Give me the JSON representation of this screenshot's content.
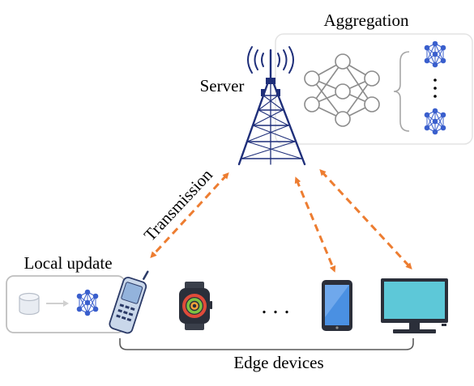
{
  "labels": {
    "aggregation": "Aggregation",
    "server": "Server",
    "transmission": "Transmission",
    "local_update": "Local update",
    "ellipsis": ". . .",
    "edge_devices": "Edge devices"
  },
  "colors": {
    "arrow": "#ED7D31",
    "network_node": "#3A5FCD",
    "tower": "#1F2F7A",
    "panel_border": "#D9D9D9",
    "local_panel_border": "#BFBFBF",
    "nn_gray": "#8C8C8C",
    "monitor_screen": "#5DC8D8",
    "device_dark": "#2B2F3A"
  },
  "icons": {
    "tower": "radio-tower-icon",
    "neural_network": "neural-network-icon",
    "database": "database-icon",
    "phone": "mobile-phone-icon",
    "watch": "smartwatch-icon",
    "tablet": "tablet-icon",
    "monitor": "monitor-icon"
  }
}
